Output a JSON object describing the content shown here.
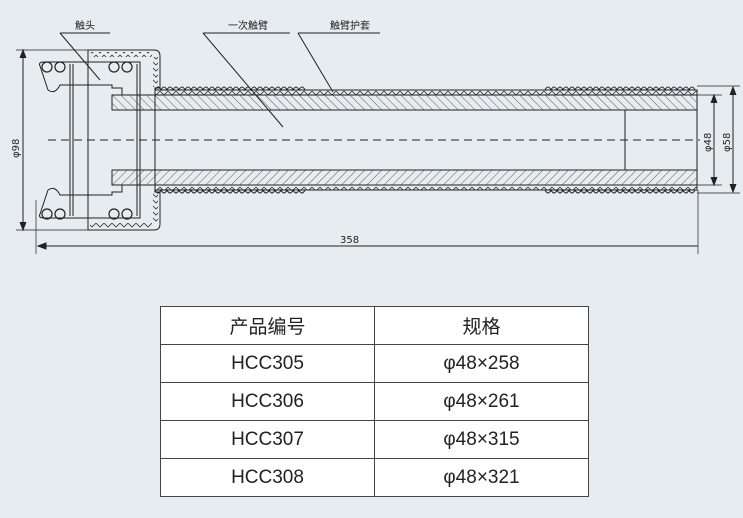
{
  "drawing": {
    "labels": {
      "contact": "触头",
      "primary_arm": "一次触臂",
      "arm_sleeve": "触臂护套"
    },
    "dimensions": {
      "outer_diameter": "φ98",
      "length": "358",
      "inner_diameter": "φ48",
      "sleeve_diameter": "φ58"
    }
  },
  "table": {
    "headers": [
      "产品编号",
      "规格"
    ],
    "rows": [
      [
        "HCC305",
        "φ48×258"
      ],
      [
        "HCC306",
        "φ48×261"
      ],
      [
        "HCC307",
        "φ48×315"
      ],
      [
        "HCC308",
        "φ48×321"
      ]
    ]
  }
}
